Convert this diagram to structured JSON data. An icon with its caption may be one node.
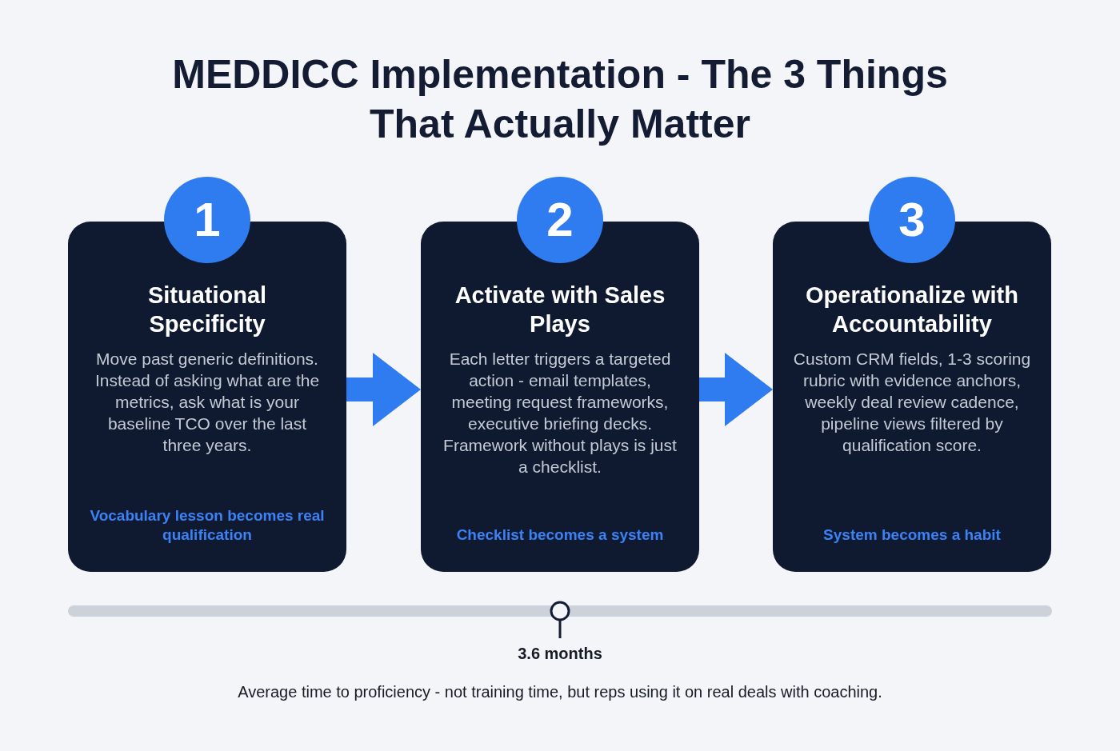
{
  "diagram": {
    "title": "MEDDICC Implementation - The 3 Things That Actually Matter",
    "nodes": [
      {
        "text": [
          "1",
          "Situational Specificity",
          "Move past generic definitions. Instead of asking what are the metrics, ask what is your baseline TCO over the last three years.",
          "Vocabulary lesson becomes real qualification"
        ]
      },
      {
        "text": [
          "2",
          "Activate with Sales Plays",
          "Each letter triggers a targeted action - email templates, meeting request frameworks, executive briefing decks. Framework without plays is just a checklist.",
          "Checklist becomes a system"
        ]
      },
      {
        "text": [
          "3",
          "Operationalize with Accountability",
          "Custom CRM fields, 1-3 scoring rubric with evidence anchors, weekly deal review cadence, pipeline views filtered by qualification score.",
          "System becomes a habit"
        ]
      }
    ],
    "edges": [
      {
        "from": 0,
        "to": 1,
        "arrow": "to"
      },
      {
        "from": 1,
        "to": 2,
        "arrow": "to"
      }
    ],
    "labels": [
      "3.6 months",
      "Average time to proficiency - not training time, but reps using it on real deals with coaching."
    ]
  }
}
